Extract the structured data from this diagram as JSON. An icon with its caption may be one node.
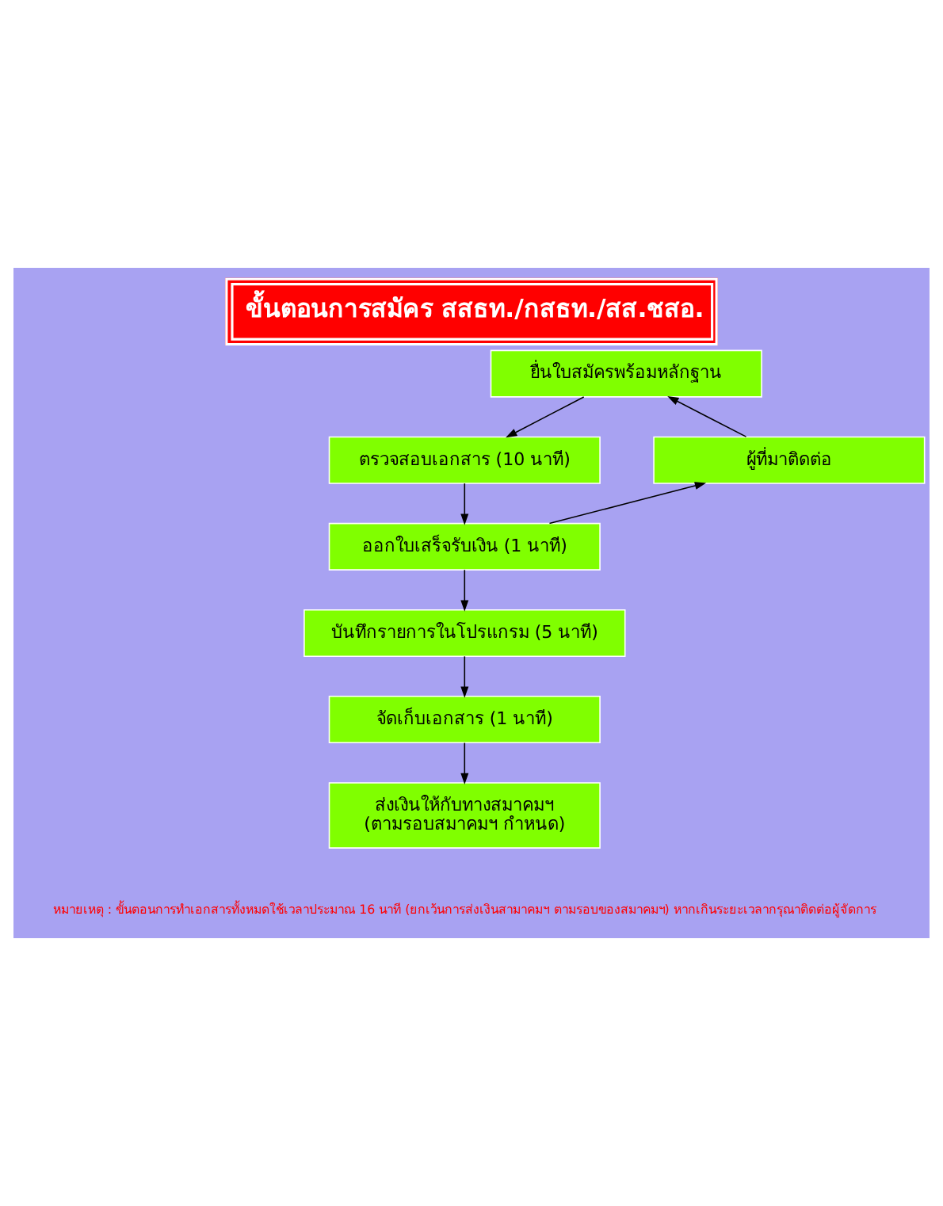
{
  "diagram": {
    "title": "ขั้นตอนการสมัคร สสธท./กสธท./สส.ชสอ.",
    "nodes": [
      {
        "text": [
          "ยื่นใบสมัครพร้อมหลักฐาน"
        ]
      },
      {
        "text": [
          "ผู้ที่มาติดต่อ"
        ]
      },
      {
        "text": [
          "ตรวจสอบเอกสาร (10 นาที)"
        ]
      },
      {
        "text": [
          "ออกใบเสร็จรับเงิน (1 นาที)"
        ]
      },
      {
        "text": [
          "บันทึกรายการในโปรแกรม (5 นาที)"
        ]
      },
      {
        "text": [
          "จัดเก็บเอกสาร (1 นาที)"
        ]
      },
      {
        "text": [
          "ส่งเงินให้กับทางสมาคมฯ",
          "(ตามรอบสมาคมฯ กำหนด)"
        ]
      }
    ],
    "edges": [
      {
        "from": 1,
        "to": 0,
        "arrow": "to"
      },
      {
        "from": 0,
        "to": 2,
        "arrow": "to"
      },
      {
        "from": 2,
        "to": 3,
        "arrow": "to"
      },
      {
        "from": 3,
        "to": 1,
        "arrow": "to"
      },
      {
        "from": 3,
        "to": 4,
        "arrow": "to"
      },
      {
        "from": 4,
        "to": 5,
        "arrow": "to"
      },
      {
        "from": 5,
        "to": 6,
        "arrow": "to"
      }
    ],
    "labels": [
      "หมายเหตุ : ขั้นตอนการทำเอกสารทั้งหมดใช้เวลาประมาณ 16 นาที (ยกเว้นการส่งเงินสามาคมฯ ตามรอบของสมาคมฯ) หากเกินระยะเวลากรุณาติดต่อผู้จัดการ"
    ]
  }
}
